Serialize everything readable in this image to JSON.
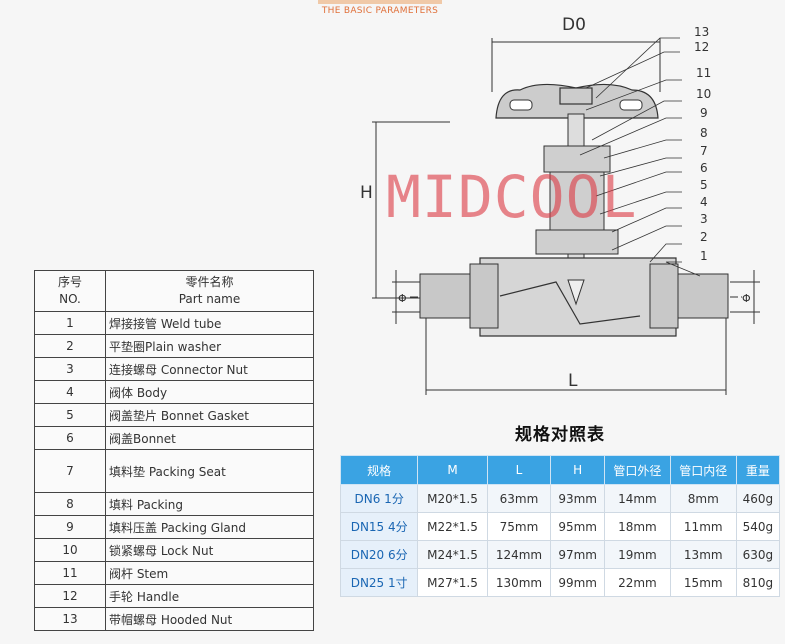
{
  "header": {
    "subtitle": "THE BASIC PARAMETERS"
  },
  "diagram": {
    "dims": {
      "d0": "D0",
      "h": "H",
      "l": "L"
    },
    "callouts": [
      "13",
      "12",
      "11",
      "10",
      "9",
      "8",
      "7",
      "6",
      "5",
      "4",
      "3",
      "2",
      "1"
    ],
    "phi": "Φ",
    "watermark": "MIDCOOL"
  },
  "parts_table": {
    "header": {
      "no_cn": "序号",
      "no_en": "NO.",
      "name_cn": "零件名称",
      "name_en": "Part name"
    },
    "rows": [
      {
        "no": "1",
        "name": "焊接接管 Weld tube"
      },
      {
        "no": "2",
        "name": "平垫圈Plain washer"
      },
      {
        "no": "3",
        "name": "连接螺母 Connector Nut"
      },
      {
        "no": "4",
        "name": "阀体 Body"
      },
      {
        "no": "5",
        "name": "阀盖垫片 Bonnet Gasket"
      },
      {
        "no": "6",
        "name": "阀盖Bonnet"
      },
      {
        "no": "7",
        "name": "填料垫 Packing Seat"
      },
      {
        "no": "8",
        "name": "填料 Packing"
      },
      {
        "no": "9",
        "name": "填料压盖 Packing Gland"
      },
      {
        "no": "10",
        "name": "锁紧螺母 Lock Nut"
      },
      {
        "no": "11",
        "name": "阀杆 Stem"
      },
      {
        "no": "12",
        "name": "手轮 Handle"
      },
      {
        "no": "13",
        "name": "带帽螺母 Hooded Nut"
      }
    ]
  },
  "spec_table": {
    "title": "规格对照表",
    "headers": [
      "规格",
      "M",
      "L",
      "H",
      "管口外径",
      "管口内径",
      "重量"
    ],
    "rows": [
      [
        "DN6  1分",
        "M20*1.5",
        "63mm",
        "93mm",
        "14mm",
        "8mm",
        "460g"
      ],
      [
        "DN15 4分",
        "M22*1.5",
        "75mm",
        "95mm",
        "18mm",
        "11mm",
        "540g"
      ],
      [
        "DN20 6分",
        "M24*1.5",
        "124mm",
        "97mm",
        "19mm",
        "13mm",
        "630g"
      ],
      [
        "DN25 1寸",
        "M27*1.5",
        "130mm",
        "99mm",
        "22mm",
        "15mm",
        "810g"
      ]
    ]
  },
  "colors": {
    "header_blue": "#3aa3e3",
    "watermark_red": "#dc3c46"
  }
}
